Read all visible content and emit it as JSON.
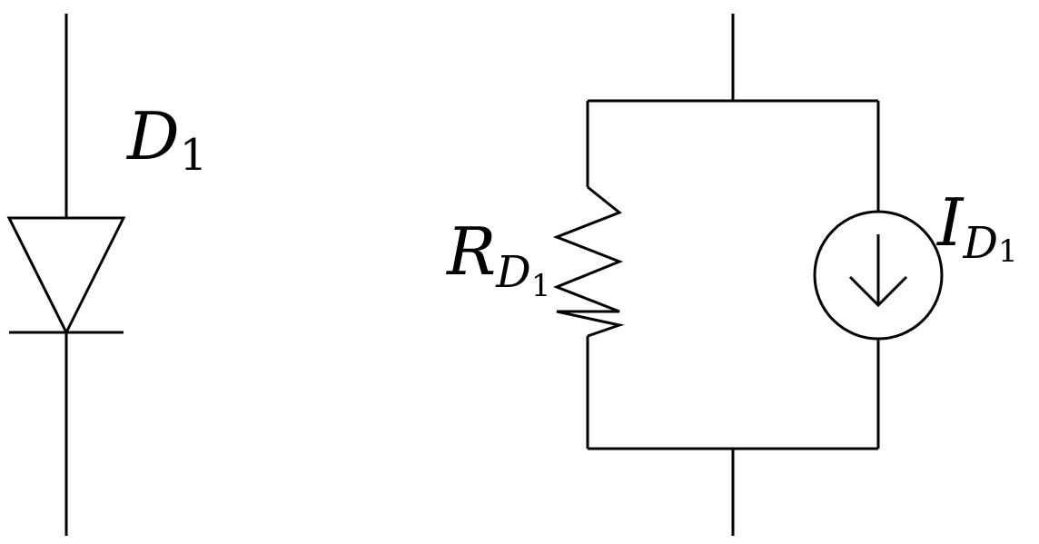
{
  "diagram": {
    "left": {
      "diode": {
        "name": "D",
        "subscript": "1"
      }
    },
    "right": {
      "resistor": {
        "name": "R",
        "subscript_letter": "D",
        "subscript_index": "1"
      },
      "current_source": {
        "name": "I",
        "subscript_letter": "D",
        "subscript_index": "1",
        "icon": "arrow-down"
      }
    }
  }
}
